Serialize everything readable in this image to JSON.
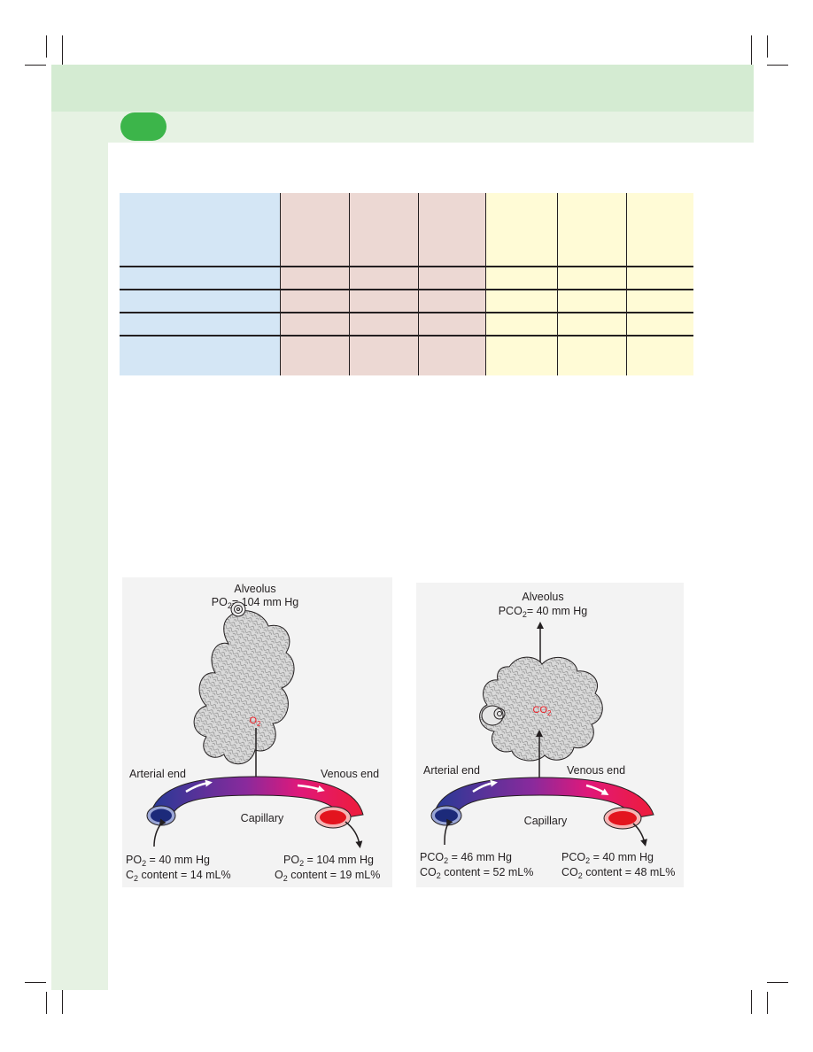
{
  "colors": {
    "band_top": "#d4ebd2",
    "band_sub": "#e6f2e3",
    "pill": "#3cb54a",
    "cell_blue": "#d4e6f5",
    "cell_pink": "#ecd8d3",
    "cell_yellow": "#fffbd6",
    "vessel_arterial": "#2b3f9e",
    "vessel_venous": "#ee1c3a"
  },
  "table": {
    "rows": [
      {
        "cells": [
          {
            "text": "",
            "color": "blue"
          },
          {
            "text": "",
            "color": "pink"
          },
          {
            "text": "",
            "color": "pink"
          },
          {
            "text": "",
            "color": "pink"
          },
          {
            "text": "",
            "color": "yellow"
          },
          {
            "text": "",
            "color": "yellow"
          },
          {
            "text": "",
            "color": "yellow"
          }
        ]
      },
      {
        "cells": [
          {
            "text": "",
            "color": "blue"
          },
          {
            "text": "",
            "color": "pink"
          },
          {
            "text": "",
            "color": "pink"
          },
          {
            "text": "",
            "color": "pink"
          },
          {
            "text": "",
            "color": "yellow"
          },
          {
            "text": "",
            "color": "yellow"
          },
          {
            "text": "",
            "color": "yellow"
          }
        ]
      },
      {
        "cells": [
          {
            "text": "",
            "color": "blue"
          },
          {
            "text": "",
            "color": "pink"
          },
          {
            "text": "",
            "color": "pink"
          },
          {
            "text": "",
            "color": "pink"
          },
          {
            "text": "",
            "color": "yellow"
          },
          {
            "text": "",
            "color": "yellow"
          },
          {
            "text": "",
            "color": "yellow"
          }
        ]
      },
      {
        "cells": [
          {
            "text": "",
            "color": "blue"
          },
          {
            "text": "",
            "color": "pink"
          },
          {
            "text": "",
            "color": "pink"
          },
          {
            "text": "",
            "color": "pink"
          },
          {
            "text": "",
            "color": "yellow"
          },
          {
            "text": "",
            "color": "yellow"
          },
          {
            "text": "",
            "color": "yellow"
          }
        ]
      },
      {
        "cells": [
          {
            "text": "",
            "color": "blue"
          },
          {
            "text": "",
            "color": "pink"
          },
          {
            "text": "",
            "color": "pink"
          },
          {
            "text": "",
            "color": "pink"
          },
          {
            "text": "",
            "color": "yellow"
          },
          {
            "text": "",
            "color": "yellow"
          },
          {
            "text": "",
            "color": "yellow"
          }
        ]
      }
    ]
  },
  "figure_oxygen": {
    "alveolus_label": "Alveolus",
    "alveolar_pressure": {
      "prefix": "PO",
      "sub": "2",
      "suffix": "= 104 mm Hg"
    },
    "gas": {
      "prefix": "O",
      "sub": "2"
    },
    "arterial_end_label": "Arterial end",
    "venous_end_label": "Venous end",
    "capillary_label": "Capillary",
    "arterial_pressure": {
      "prefix": "PO",
      "sub": "2",
      "suffix": " = 40 mm Hg"
    },
    "arterial_content": {
      "prefix": "C",
      "sub": "2",
      "suffix": " content = 14 mL%"
    },
    "venous_pressure": {
      "prefix": "PO",
      "sub": "2",
      "suffix": " = 104 mm Hg"
    },
    "venous_content": {
      "prefix": "O",
      "sub": "2",
      "suffix": " content = 19 mL%"
    }
  },
  "figure_co2": {
    "alveolus_label": "Alveolus",
    "alveolar_pressure": {
      "prefix": "PCO",
      "sub": "2",
      "suffix": "= 40 mm Hg"
    },
    "gas": {
      "prefix": "CO",
      "sub": "2"
    },
    "arterial_end_label": "Arterial end",
    "venous_end_label": "Venous end",
    "capillary_label": "Capillary",
    "arterial_pressure": {
      "prefix": "PCO",
      "sub": "2",
      "suffix": " = 46 mm Hg"
    },
    "arterial_content": {
      "prefix": "CO",
      "sub": "2",
      "suffix": " content = 52 mL%"
    },
    "venous_pressure": {
      "prefix": "PCO",
      "sub": "2",
      "suffix": " = 40 mm Hg"
    },
    "venous_content": {
      "prefix": "CO",
      "sub": "2",
      "suffix": " content = 48 mL%"
    }
  }
}
